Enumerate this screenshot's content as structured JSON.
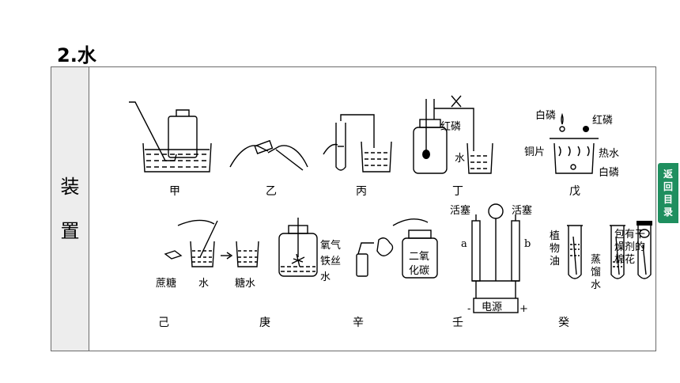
{
  "heading": "2.水",
  "side_label": [
    "装",
    "置"
  ],
  "nav_tab": [
    "返",
    "回",
    "目",
    "录"
  ],
  "captions": [
    "甲",
    "乙",
    "丙",
    "丁",
    "戊",
    "己",
    "庚",
    "辛",
    "壬",
    "癸"
  ],
  "labels": {
    "ding_red_p": "红磷",
    "ding_water": "水",
    "wu_white_p_top": "白磷",
    "wu_red_p": "红磷",
    "wu_copper": "铜片",
    "wu_hot_water": "热水",
    "wu_white_p_bottom": "白磷",
    "ji_sucrose": "蔗糖",
    "ji_water": "水",
    "ji_sugar_water": "糖水",
    "geng_oxygen": "氧气",
    "geng_iron_wire": "铁丝",
    "geng_water": "水",
    "xin_co2_line1": "二氧",
    "xin_co2_line2": "化碳",
    "ren_stopcock_left": "活塞",
    "ren_stopcock_right": "活塞",
    "ren_a": "a",
    "ren_b": "b",
    "ren_power": "电源",
    "ren_minus": "-",
    "ren_plus": "+",
    "gui_veg_oil_1": "植",
    "gui_veg_oil_2": "物",
    "gui_veg_oil_3": "油",
    "gui_distilled_1": "蒸",
    "gui_distilled_2": "馏",
    "gui_distilled_3": "水",
    "gui_cotton_1": "包有干",
    "gui_cotton_2": "燥剂的",
    "gui_cotton_3": "棉花"
  }
}
